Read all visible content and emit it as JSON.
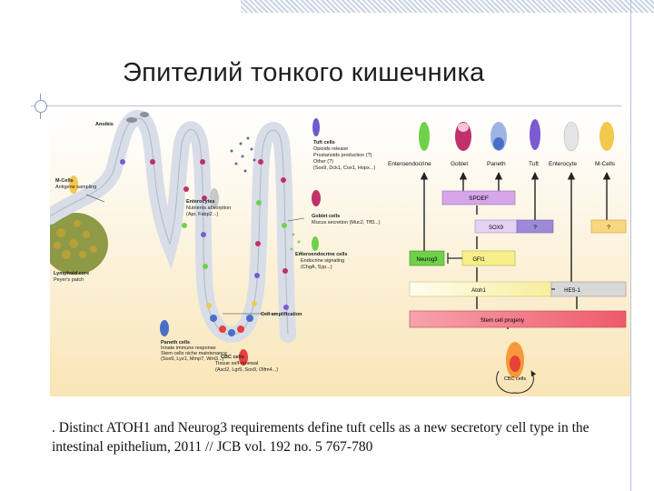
{
  "title": "Эпителий тонкого кишечника",
  "caption": ". Distinct ATOH1 and Neurog3 requirements define tuft cells as a new secretory cell type in the intestinal epithelium, 2011 // JCB vol. 192 no. 5 767-780",
  "figure": {
    "left_labels": {
      "anoikis": "Anoikis",
      "m_cells": "M-Cells",
      "m_cells_sub": "Antigene sampling",
      "lymphoid": "Lymphoid core",
      "peyers": "Peyer's patch",
      "enterocytes": "Enterocytes",
      "enterocytes_sub1": "Nutrients absorption",
      "enterocytes_sub2": "(Apr, Fabp2...)",
      "tuft": "Tuft cells",
      "tuft_sub1": "Opioids release",
      "tuft_sub2": "Prostanoids production (?)",
      "tuft_sub3": "Other (?)",
      "tuft_sub4": "(Sox9, Dck1, Cox1, Hopx...)",
      "goblet": "Goblet cells",
      "goblet_sub": "Mucus secretion (Muc2, Tff3...)",
      "entero": "Enteroendocrine cells",
      "entero_sub1": "Endocrine signaling",
      "entero_sub2": "(ChgA, Syp...)",
      "amplification": "Cell amplification",
      "paneth": "Paneth cells",
      "paneth_sub1": "Innate immune response",
      "paneth_sub2": "Stem cells niche maintenance",
      "paneth_sub3": "(Sox9, Lyz1, Mmp7, Wnt3...)",
      "cbc": "CBC cells",
      "cbc_sub1": "Tissue self-renewal",
      "cbc_sub2": "(Ascl2, Lgr5, Sox9, Olfm4...)"
    },
    "cell_types": [
      "Enteroendocrine",
      "Goblet",
      "Paneth",
      "Tuft",
      "Enterocyte",
      "M-Cells"
    ],
    "boxes": {
      "spdef": "SPDEF",
      "sox9": "SOX9",
      "q1": "?",
      "q2": "?",
      "neurog3": "Neurog3",
      "gfi1": "GFI1",
      "atoh1": "Atoh1",
      "hes1": "HES-1",
      "progeny": "Stem cell progeny",
      "cbc": "CBC cells"
    },
    "colors": {
      "enteroendocrine": "#6fd14a",
      "goblet": "#c0306a",
      "paneth": "#4a6fc8",
      "tuft": "#7a5bd0",
      "enterocyte": "#cccccc",
      "m_cells": "#f2c94c",
      "spdef_box": "#d7a6e8",
      "neurog3_box": "#6fd14a",
      "gfi1_box": "#f7f08a",
      "atoh1_box": "#fbf7c8",
      "hes1_box": "#d8d8d8",
      "progeny_box": "#f06a78",
      "cbc_cell": "#e8403a"
    }
  }
}
